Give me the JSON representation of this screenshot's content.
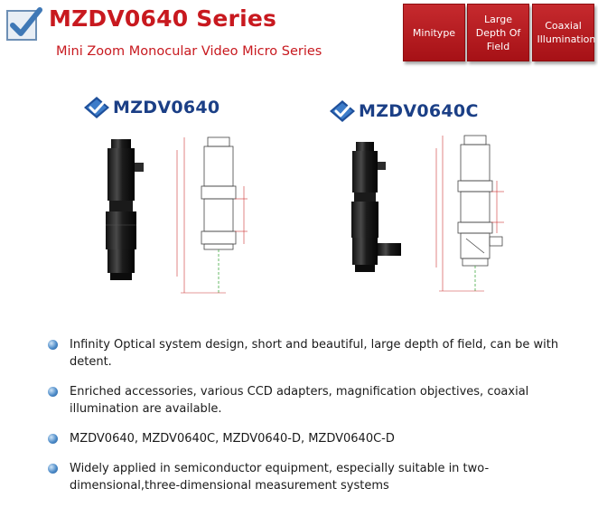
{
  "header": {
    "title": "MZDV0640 Series",
    "subtitle": "Mini Zoom Monocular Video Micro Series"
  },
  "tags": [
    {
      "label": "Minitype"
    },
    {
      "label": "Large Depth Of Field"
    },
    {
      "label": "Coaxial Illumination"
    }
  ],
  "products": [
    {
      "name": "MZDV0640"
    },
    {
      "name": "MZDV0640C"
    }
  ],
  "features": [
    "Infinity Optical system design, short and beautiful, large depth of field, can be with detent.",
    "Enriched accessories, various CCD adapters, magnification objectives, coaxial illumination are available.",
    "MZDV0640, MZDV0640C, MZDV0640-D, MZDV0640C-D",
    "Widely applied in semiconductor equipment, especially suitable in two-dimensional,three-dimensional measurement systems"
  ],
  "colors": {
    "accent_red": "#c8191f",
    "model_blue": "#1b3f86"
  }
}
